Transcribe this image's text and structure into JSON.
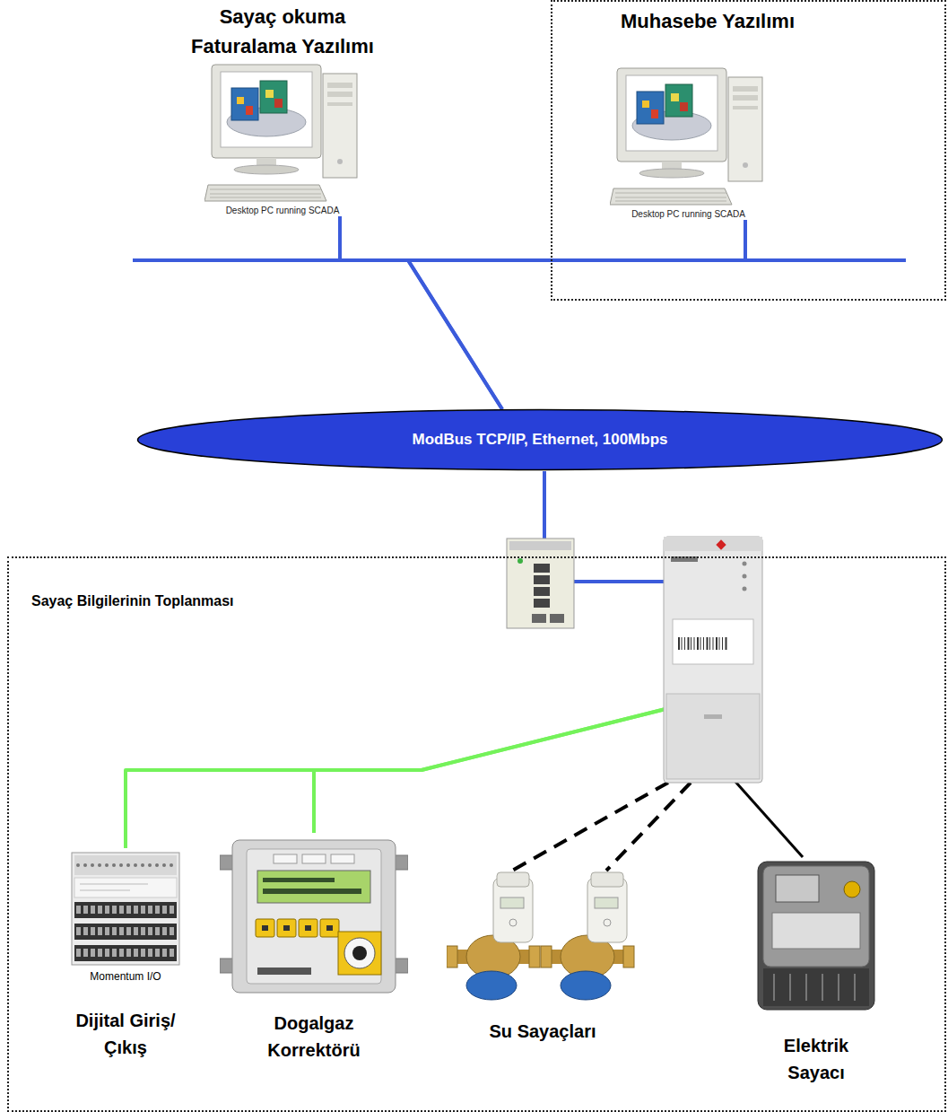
{
  "diagram": {
    "nodes": [
      {
        "text": [
          "Sayaç okuma Faturalama Yazılımı",
          "Desktop PC running SCADA"
        ]
      },
      {
        "text": [
          "Muhasebe Yazılımı"
        ]
      },
      {
        "text": [
          "Desktop PC running SCADA"
        ],
        "in": 1
      },
      {
        "text": [
          "ModBus TCP/IP, Ethernet, 100Mbps"
        ]
      },
      {
        "text": [
          "Sayaç Bilgilerinin Toplanması"
        ]
      },
      {
        "text": [
          "Momentum I/O",
          "Dijital Giriş/Çıkış"
        ],
        "in": 4
      },
      {
        "text": [
          "Dogalgaz Korrektörü"
        ],
        "in": 4
      },
      {
        "text": [
          "Su Sayaçları"
        ],
        "in": 4
      },
      {
        "text": [
          "Elektrik Sayacı"
        ],
        "in": 4
      }
    ],
    "edges": [
      {
        "from": 0,
        "to": 3,
        "arrow": "none"
      },
      {
        "from": 2,
        "to": 3,
        "arrow": "none"
      },
      {
        "from": 3,
        "to": 5,
        "arrow": "none"
      },
      {
        "from": 3,
        "to": 6,
        "arrow": "none"
      },
      {
        "from": 3,
        "to": 7,
        "arrow": "none"
      },
      {
        "from": 3,
        "to": 7,
        "arrow": "none"
      },
      {
        "from": 3,
        "to": 8,
        "arrow": "none"
      }
    ]
  }
}
